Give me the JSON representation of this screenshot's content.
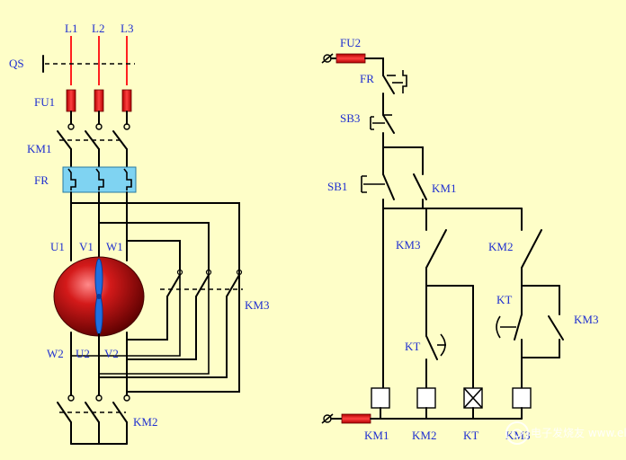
{
  "labels": {
    "phase_l1": "L1",
    "phase_l2": "L2",
    "phase_l3": "L3",
    "qs": "QS",
    "fu1": "FU1",
    "km1_main": "KM1",
    "fr_main": "FR",
    "u1": "U1",
    "v1": "V1",
    "w1": "W1",
    "w2": "W2",
    "u2": "U2",
    "v2": "V2",
    "km3_main": "KM3",
    "km2_main": "KM2",
    "fu2": "FU2",
    "fr_ctrl": "FR",
    "sb3": "SB3",
    "sb1": "SB1",
    "km1_aux": "KM1",
    "km3_nc": "KM3",
    "km2_nc": "KM2",
    "kt_nc": "KT",
    "kt_no": "KT",
    "km3_aux": "KM3",
    "coil_km1": "KM1",
    "coil_km2": "KM2",
    "coil_kt": "KT",
    "coil_km3": "KM3"
  },
  "watermark": "电子发烧友 www.elecfans.com",
  "colors": {
    "background": "#fefec8",
    "label": "#1f2fd0",
    "fuse": "#d41414",
    "fr_block": "#7fd3f2",
    "motor": "#b10f12",
    "fan": "#1f6fe0"
  }
}
